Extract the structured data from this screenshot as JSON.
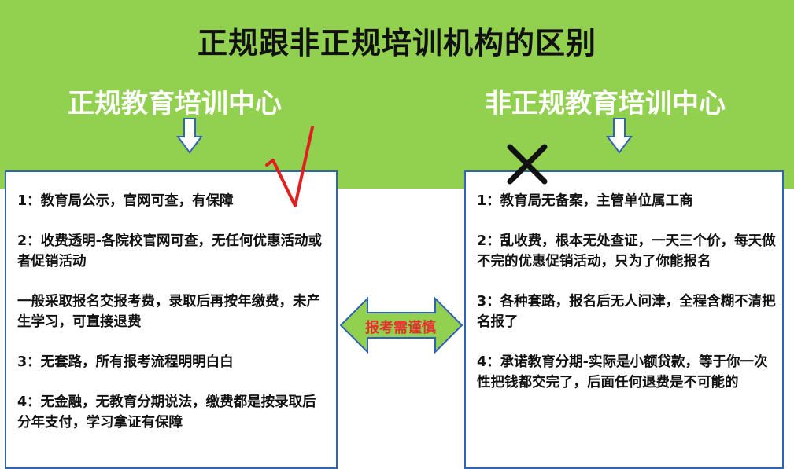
{
  "title": "正规跟非正规培训机构的区别",
  "left": {
    "heading": "正规教育培训中心",
    "items": [
      "1：教育局公示，官网可查，有保障",
      "2：收费透明-各院校官网可查，无任何优惠活动或者促销活动",
      "一般采取报名交报考费，录取后再按年缴费，未产生学习，可直接退费",
      "3：无套路，所有报考流程明明白白",
      "4：无金融，无教育分期说法，缴费都是按录取后分年支付，学习拿证有保障"
    ]
  },
  "right": {
    "heading": "非正规教育培训中心",
    "items": [
      "1：教育局无备案，主管单位属工商",
      "2：乱收费，根本无处查证，一天三个价，每天做不完的优惠促销活动，只为了你能报名",
      "3：各种套路，报名后无人问津，全程含糊不清把名报了",
      "4：承诺教育分期-实际是小额贷款，等于你一次性把钱都交完了，后面任何退费是不可能的"
    ]
  },
  "center_label": "报考需谨慎",
  "colors": {
    "band": "#92d050",
    "panel_border": "#2f63b5",
    "arrow_fill": "#92d050",
    "arrow_stroke": "#2f63b5",
    "check": "#e02020",
    "warning_text": "#e53030"
  },
  "icons": [
    "check-mark-icon",
    "cross-mark-icon",
    "down-arrow-icon",
    "double-arrow-icon"
  ]
}
